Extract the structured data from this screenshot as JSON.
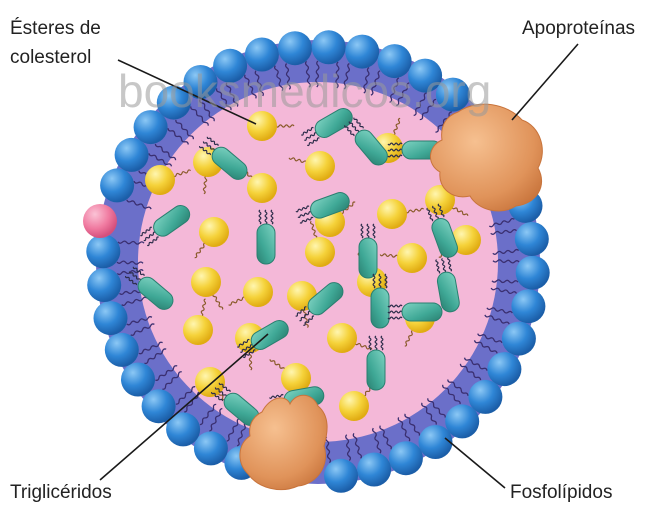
{
  "labels": {
    "cholesterol_esters_line1": "Ésteres de",
    "cholesterol_esters_line2": "colesterol",
    "apoproteins": "Apoproteínas",
    "triglycerides": "Triglicéridos",
    "phospholipids": "Fosfolípidos"
  },
  "watermark": "booksmedicos.org",
  "colors": {
    "core": "#f4b8d8",
    "shell": "#6b6fc9",
    "phospholipid_head": "#2f86d6",
    "phospholipid_head_highlight": "#7fc0f2",
    "odd_head": "#f07aa0",
    "cholesterol_ester": "#f5d23a",
    "triglyceride": "#3fa896",
    "apoprotein": "#e0935a",
    "tail": "#3a2f70"
  }
}
